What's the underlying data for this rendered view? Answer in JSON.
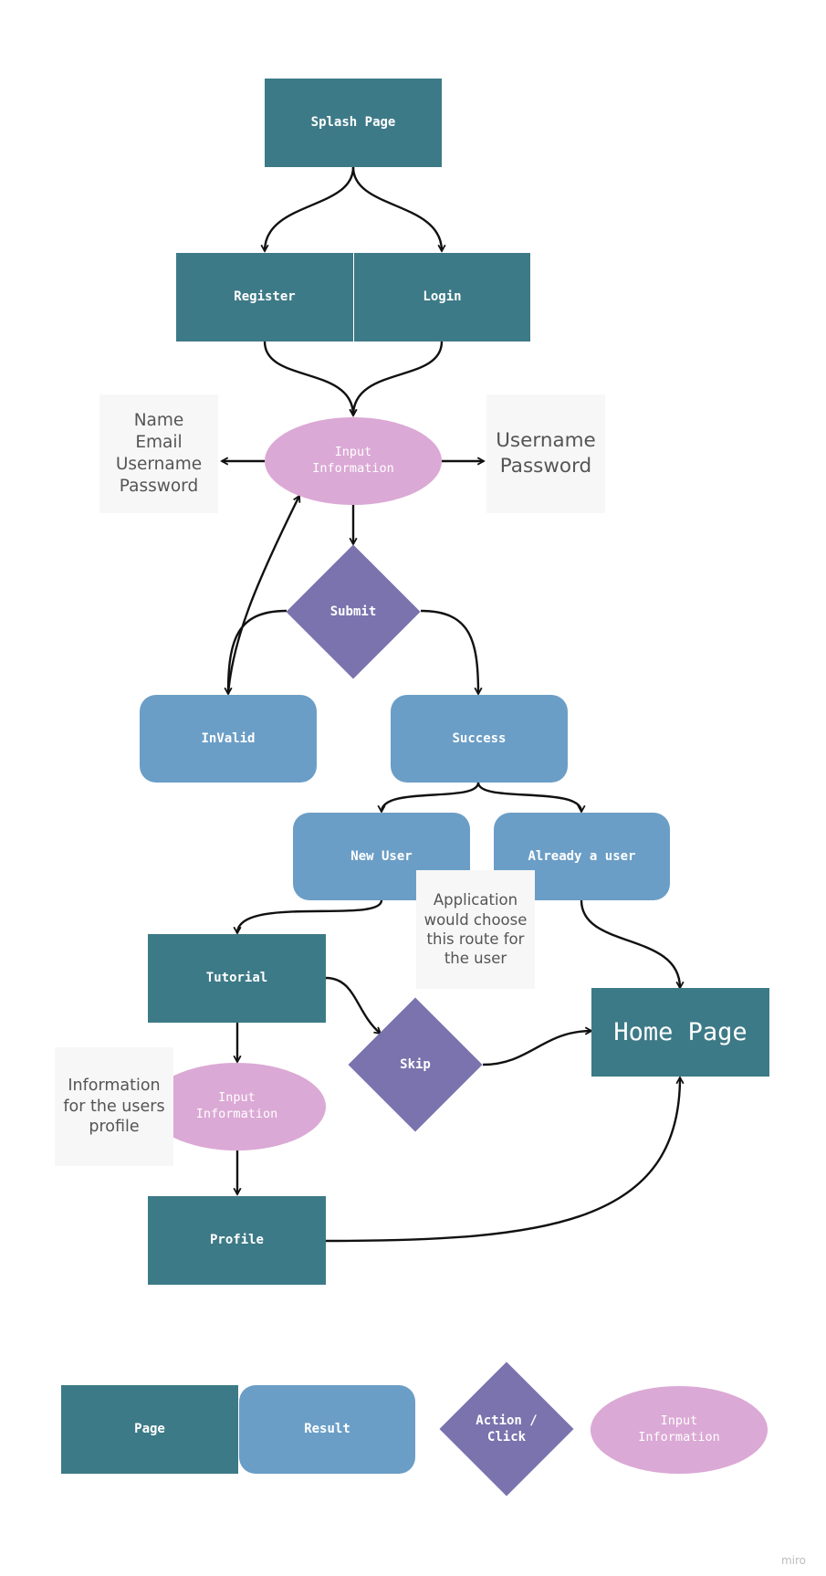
{
  "nodes": {
    "splash_page": "Splash Page",
    "register": "Register",
    "login": "Login",
    "input_information_top": "Input\nInformation",
    "submit": "Submit",
    "invalid": "InValid",
    "success": "Success",
    "new_user": "New User",
    "already_a_user": "Already a user",
    "tutorial": "Tutorial",
    "skip": "Skip",
    "home_page": "Home Page",
    "input_information_profile": "Input\nInformation",
    "profile": "Profile"
  },
  "notes": {
    "register_fields": "Name\nEmail\nUsername\nPassword",
    "login_fields": "Username\nPassword",
    "route_note": "Application\nwould choose\nthis route for\nthe user",
    "profile_note": "Information\nfor the users\nprofile"
  },
  "legend": {
    "page": "Page",
    "result": "Result",
    "action": "Action /\nClick",
    "input": "Input\nInformation"
  },
  "watermark": "miro",
  "colors": {
    "page": "#3d7a87",
    "result": "#6b9ec6",
    "action": "#7a73ae",
    "input": "#dba9d5",
    "sticky_note": "#f7f7f7"
  }
}
